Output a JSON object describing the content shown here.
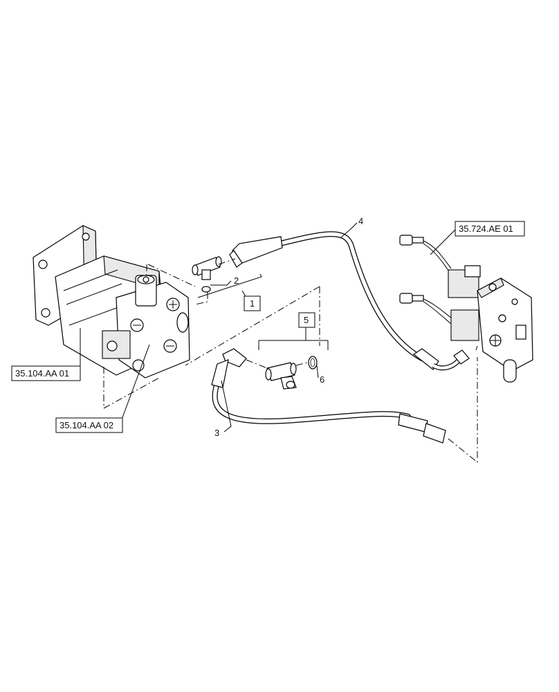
{
  "callouts": {
    "item_1": "1",
    "item_2": "2",
    "item_3": "3",
    "item_4": "4",
    "item_5": "5",
    "item_6": "6"
  },
  "references": {
    "pump_body": "35.104.AA 01",
    "pump_valve": "35.104.AA 02",
    "valve_block": "35.724.AE 01"
  },
  "icons": {
    "pump": "hydraulic-pump-icon",
    "valve_block": "valve-block-icon",
    "hose": "hydraulic-hose-icon",
    "tee_fitting": "tee-fitting-icon",
    "o_ring": "o-ring-icon"
  }
}
